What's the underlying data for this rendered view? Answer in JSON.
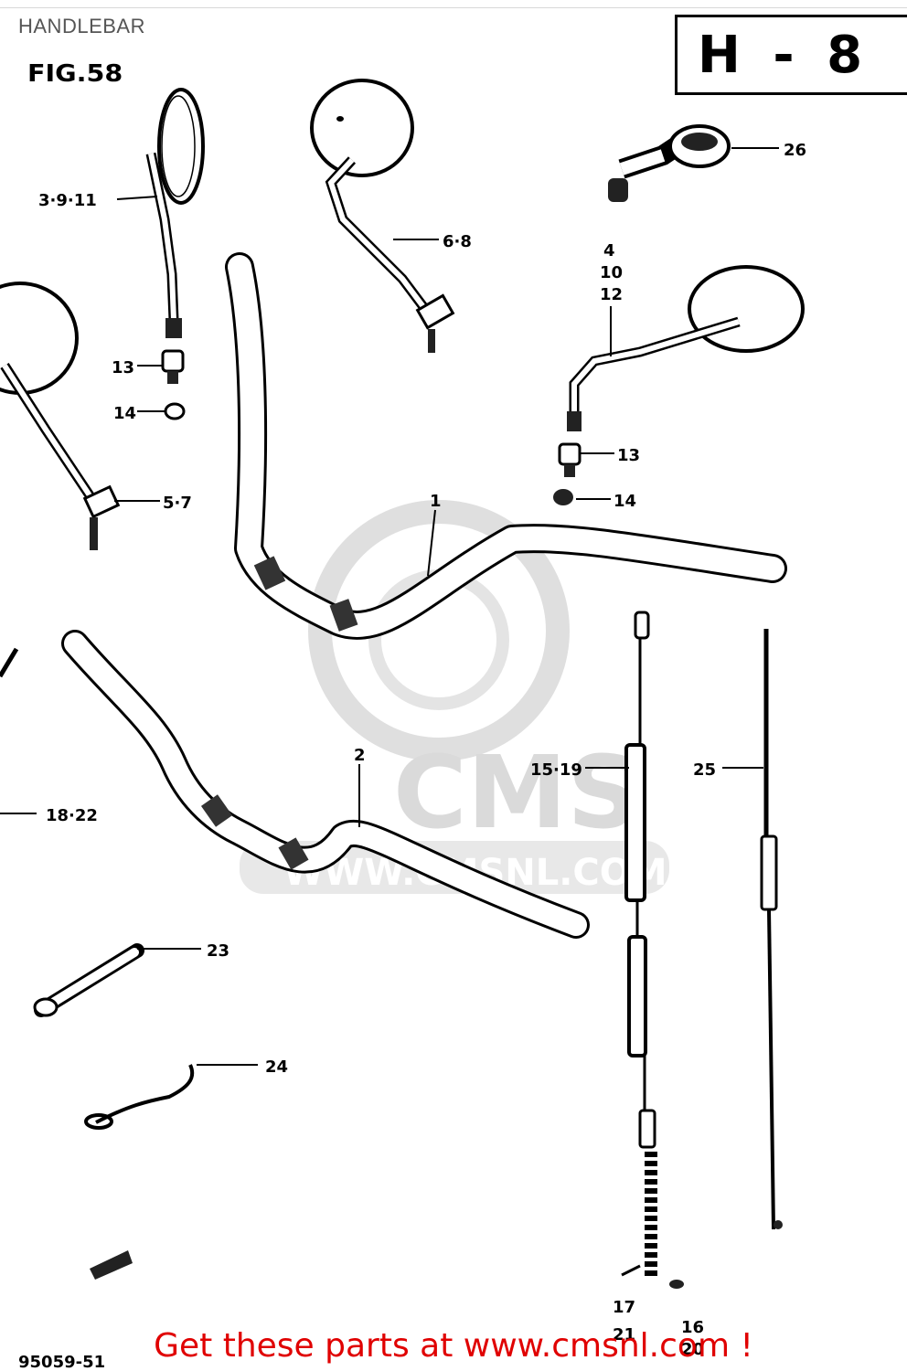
{
  "page": {
    "title": "HANDLEBAR"
  },
  "figure": {
    "label": "FIG.58",
    "sheet": "H - 8"
  },
  "watermark": {
    "brand": "CMS",
    "url": "WWW.CMSNL.COM"
  },
  "callouts": {
    "c1": "1",
    "c2": "2",
    "c3_9_11": "3·9·11",
    "c4": "4",
    "c10": "10",
    "c12": "12",
    "c5_7": "5·7",
    "c6_8": "6·8",
    "c13a": "13",
    "c13b": "13",
    "c14a": "14",
    "c14b": "14",
    "c15_19": "15·19",
    "c16": "16",
    "c17": "17",
    "c18_22": "18·22",
    "c20": "20",
    "c21": "21",
    "c23": "23",
    "c24": "24",
    "c25": "25",
    "c26": "26"
  },
  "part_code": "95059-51",
  "footer": {
    "text": "Get these parts at www.cmsnl.com !"
  }
}
